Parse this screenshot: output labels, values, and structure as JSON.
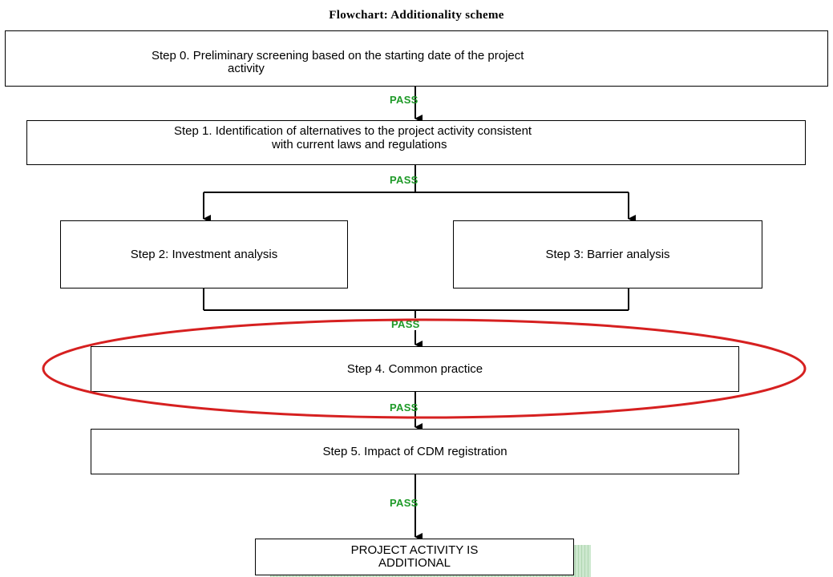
{
  "title": "Flowchart:  Additionality scheme",
  "steps": {
    "step0": {
      "line1": "Step 0.  Preliminary screening based on the starting date of the project",
      "line2": "activity"
    },
    "step1": {
      "line1": "Step 1. Identification of alternatives to the project activity consistent",
      "line2": "with current laws and regulations"
    },
    "step2": {
      "label": "Step 2: Investment analysis"
    },
    "step3": {
      "label": "Step 3: Barrier analysis"
    },
    "step4": {
      "label": "Step 4.  Common practice"
    },
    "step5": {
      "label": "Step 5. Impact of CDM registration"
    },
    "result": {
      "line1": "PROJECT ACTIVITY IS",
      "line2": "ADDITIONAL"
    }
  },
  "pass_label": "PASS",
  "colors": {
    "pass": "#1e9a28",
    "highlight": "#d62020",
    "line": "#000000",
    "result_shadow": "#cde8cf"
  }
}
